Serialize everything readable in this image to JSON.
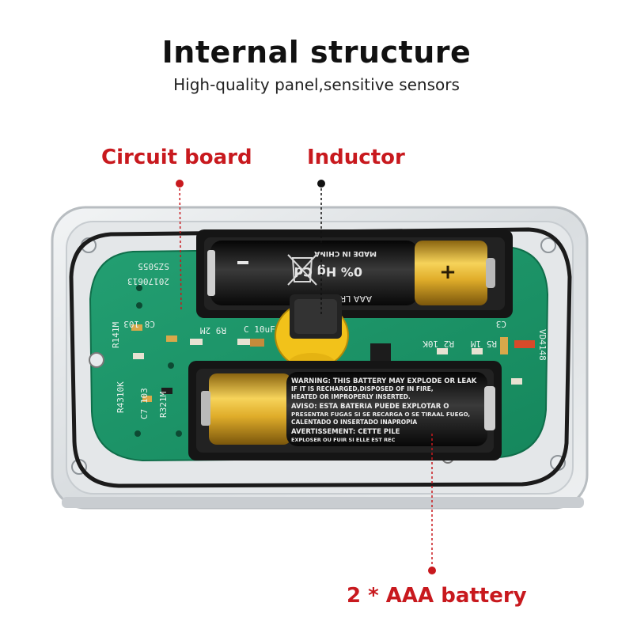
{
  "header": {
    "title": "Internal structure",
    "subtitle": "High-quality panel,sensitive sensors"
  },
  "callouts": {
    "circuit_board": "Circuit board",
    "inductor": "Inductor",
    "battery": "2 * AAA battery"
  },
  "battery_top": {
    "marking_made_in": "MADE IN CHINA",
    "marking_hg": "0% Hg Cd",
    "marking_model": "AAA LR03 AM4",
    "plus_sign": "+"
  },
  "battery_bottom": {
    "warning_1": "WARNING: THIS BATTERY MAY EXPLODE OR LEAK",
    "warning_2": "IF IT IS RECHARGED,DISPOSED OF IN FIRE,",
    "warning_3": "HEATED OR IMPROPERLY INSERTED.",
    "aviso_1": "AVISO: ESTA BATERIA PUEDE EXPLOTAR O",
    "aviso_2": "PRESENTAR FUGAS SI SE RECARGA O SE TIRAAL FUEGO,",
    "aviso_3": "CALENTADO O INSERTADO INAPROPIA",
    "avert_1": "AVERTISSEMENT: CETTE PILE",
    "avert_2": "EXPLOSER OU FUIR SI ELLE EST REC"
  },
  "pcb_markings": {
    "board_id": "SZ5055",
    "date_code": "20170613",
    "c8": "C8 103",
    "r41": "R141M",
    "r43": "R4310K",
    "c7": "C7 103",
    "r32": "R321M",
    "r9": "R9 2M",
    "r2": "R2 10K",
    "r5": "R5 1M",
    "c10": "C 10uF",
    "c3": "C3",
    "diode": "VD4148"
  },
  "colors": {
    "accent_red": "#c8191e",
    "pcb_green": "#1f9a6e",
    "battery_black": "#1a1a1a",
    "battery_gold": "#d6a21e"
  }
}
